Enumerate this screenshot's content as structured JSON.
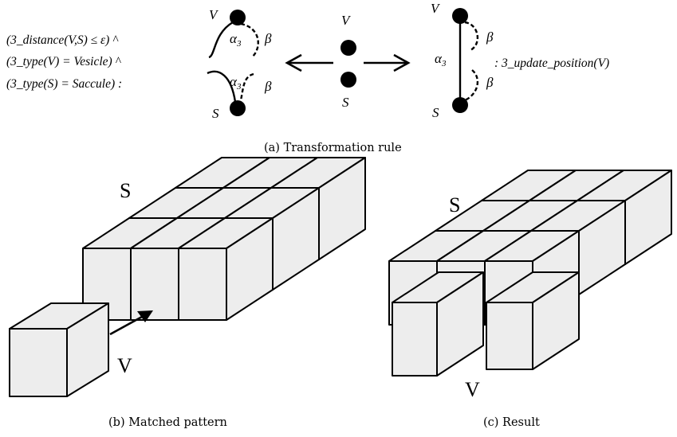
{
  "rule": {
    "condition_lines": [
      "(3_distance(V,S) ≤ ε) ^",
      "(3_type(V) = Vesicle) ^",
      "(3_type(S) = Saccule) :"
    ],
    "action": ": 3_update_position(V)",
    "left_graph": {
      "top_label": "V",
      "bottom_label": "S",
      "alpha_top": "α",
      "alpha_top_sub": "3",
      "alpha_bottom": "α",
      "alpha_bottom_sub": "3",
      "beta_top": "β",
      "beta_bottom": "β"
    },
    "middle_graph": {
      "top_label": "V",
      "bottom_label": "S"
    },
    "right_graph": {
      "top_label": "V",
      "bottom_label": "S",
      "alpha": "α",
      "alpha_sub": "3",
      "beta_top": "β",
      "beta_bottom": "β"
    }
  },
  "captions": {
    "a": "(a) Transformation rule",
    "b": "(b) Matched pattern",
    "c": "(c) Result"
  },
  "pattern": {
    "s_label": "S",
    "v_label": "V"
  },
  "result": {
    "s_label": "S",
    "v_label": "V"
  }
}
